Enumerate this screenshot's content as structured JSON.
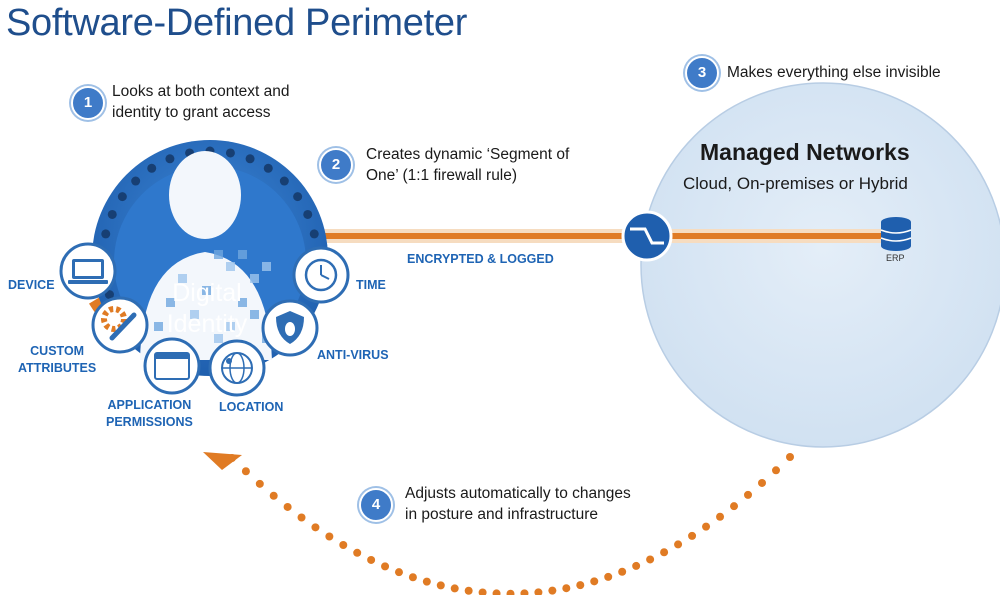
{
  "title": "Software-Defined Perimeter",
  "steps": [
    {
      "num": "1",
      "text": "Looks at both context and\nidentity to grant access"
    },
    {
      "num": "2",
      "text": "Creates dynamic ‘Segment of\nOne’ (1:1 firewall rule)"
    },
    {
      "num": "3",
      "text": "Makes everything else invisible"
    },
    {
      "num": "4",
      "text": "Adjusts automatically to changes\nin posture and infrastructure"
    }
  ],
  "identity": {
    "label": "Digital\nIdentity",
    "attributes": [
      "DEVICE",
      "CUSTOM\nATTRIBUTES",
      "APPLICATION\nPERMISSIONS",
      "LOCATION",
      "ANTI-VIRUS",
      "TIME"
    ]
  },
  "link_label": "ENCRYPTED & LOGGED",
  "network": {
    "title": "Managed Networks",
    "subtitle": "Cloud, On-premises or Hybrid",
    "resource_label": "ERP"
  },
  "colors": {
    "title": "#1f4e8c",
    "accent_blue": "#2e6db4",
    "label_blue": "#1e64b4",
    "orange": "#e07b24",
    "network_fill": "#d9e8f5"
  }
}
